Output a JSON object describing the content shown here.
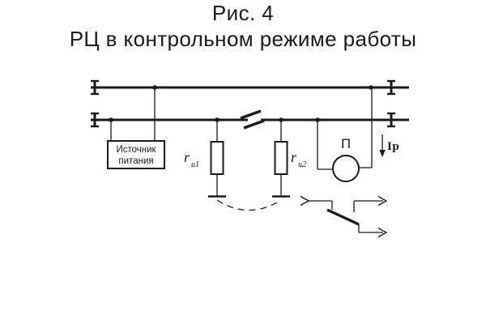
{
  "title": {
    "line1": "Рис. 4",
    "line2": "РЦ в контрольном режиме работы"
  },
  "diagram": {
    "power_source": {
      "line1": "Источник",
      "line2": "питания"
    },
    "resistor1": {
      "base": "r",
      "sub": "и1"
    },
    "resistor2": {
      "base": "r",
      "sub": "и2"
    },
    "relay": {
      "label": "П"
    },
    "current": {
      "base": "I",
      "sub": "р"
    }
  },
  "colors": {
    "ink": "#1a1a1a",
    "background": "#ffffff"
  }
}
